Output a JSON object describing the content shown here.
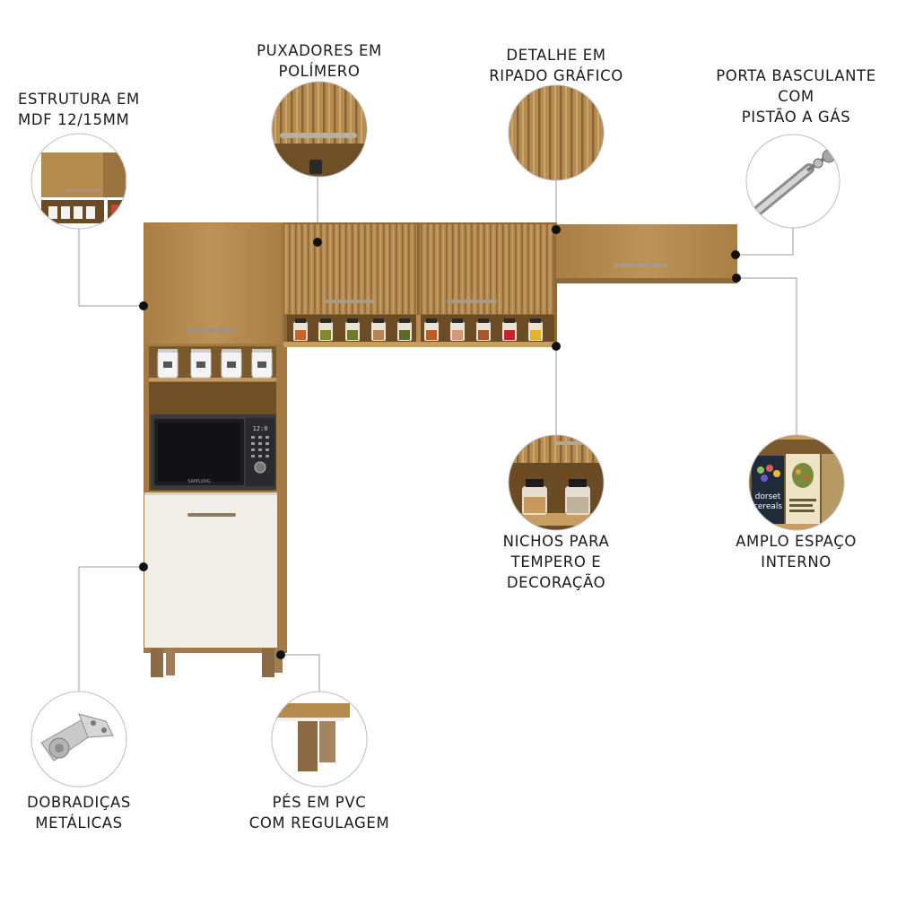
{
  "features": {
    "estrutura": {
      "lines": [
        "ESTRUTURA EM",
        "MDF 12/15MM"
      ],
      "icon": "mdf-structure-closeup-icon"
    },
    "puxadores": {
      "lines": [
        "PUXADORES EM",
        "POLÍMERO"
      ],
      "icon": "polymer-handle-closeup-icon"
    },
    "ripado": {
      "lines": [
        "DETALHE EM",
        "RIPADO GRÁFICO"
      ],
      "icon": "slatted-panel-closeup-icon"
    },
    "basculante": {
      "lines": [
        "PORTA BASCULANTE",
        "COM",
        "PISTÃO A GÁS"
      ],
      "icon": "gas-piston-icon"
    },
    "nichos": {
      "lines": [
        "NICHOS PARA",
        "TEMPERO E",
        "DECORAÇÃO"
      ],
      "icon": "spice-niche-closeup-icon"
    },
    "espaco": {
      "lines": [
        "AMPLO ESPAÇO",
        "INTERNO"
      ],
      "icon": "cereal-boxes-closeup-icon",
      "box_text": [
        "dorset",
        "cereals"
      ]
    },
    "dobradicas": {
      "lines": [
        "DOBRADIÇAS",
        "METÁLICAS"
      ],
      "icon": "metal-hinge-icon"
    },
    "pes": {
      "lines": [
        "PÉS EM PVC",
        "COM REGULAGEM"
      ],
      "icon": "pvc-foot-closeup-icon"
    }
  },
  "furniture": {
    "microwave_brand": "SAMSUNG",
    "microwave_display": "12:0"
  },
  "colors": {
    "wood": "#b58a4f",
    "wood_dark": "#8e6a38",
    "white_panel": "#f2efe9",
    "leader_line": "#9a9a9a",
    "dot": "#111111",
    "text": "#1b1b1b"
  }
}
